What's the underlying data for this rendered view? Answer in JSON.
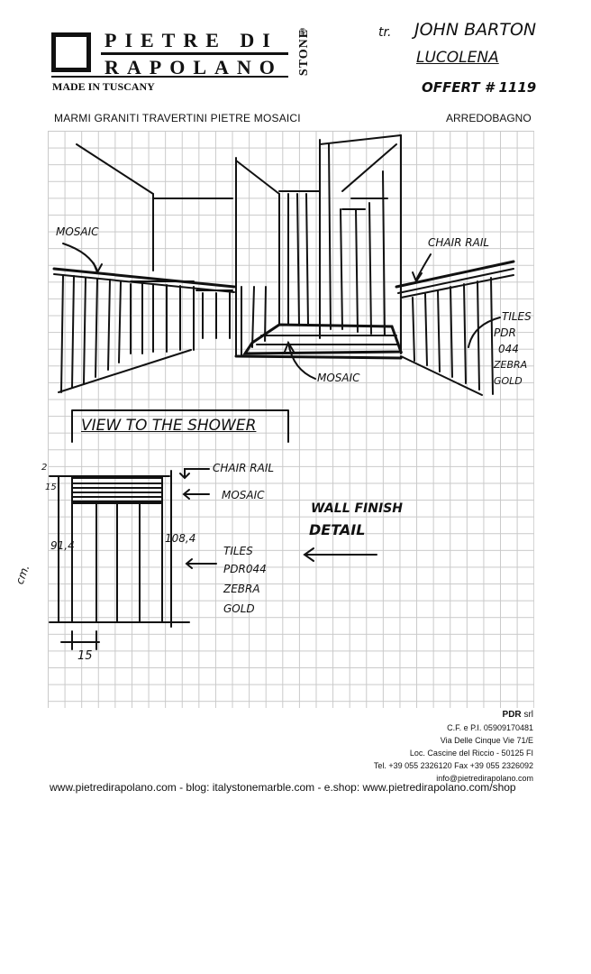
{
  "logo": {
    "line1": "PIETRE DI",
    "line2": "RAPOLANO",
    "stone": "STONE",
    "registered": "®",
    "made_in": "MADE IN TUSCANY"
  },
  "header_notes": {
    "recipient_prefix": "tr.",
    "recipient_name": "JOHN BARTON",
    "recipient_place": "LUCOLENA",
    "offer": "OFFERT # 1119"
  },
  "tagline": "MARMI GRANITI TRAVERTINI PIETRE MOSAICI",
  "tagline_right": "ARREDOBAGNO",
  "sketch_labels": {
    "mosaic_left": "MOSAIC",
    "chair_rail_top": "CHAIR RAIL",
    "tiles_lines": [
      "TILES",
      "PDR",
      "044",
      "ZEBRA",
      "GOLD"
    ],
    "mosaic_floor": "MOSAIC",
    "view_title": "VIEW TO THE SHOWER",
    "detail_chair_rail": "CHAIR RAIL",
    "detail_mosaic": "MOSAIC",
    "wall_finish_1": "WALL FINISH",
    "wall_finish_2": "DETAIL",
    "detail_tiles_lines": [
      "TILES",
      "PDR044",
      "ZEBRA",
      "GOLD"
    ],
    "dim_2": "2",
    "dim_15_top": "15",
    "dim_91": "91,4",
    "dim_108": "108,4",
    "dim_15_bottom": "15",
    "unit": "cm."
  },
  "company": {
    "name": "PDR",
    "suffix": "srl",
    "vat": "C.F. e P.I. 05909170481",
    "street": "Via Delle Cinque Vie 71/E",
    "locality": "Loc. Cascine del Riccio - 50125 FI",
    "phones": "Tel. +39 055 2326120  Fax +39 055 2326092",
    "email": "info@pietredirapolano.com"
  },
  "website_line": "www.pietredirapolano.com - blog: italystonemarble.com - e.shop: www.pietredirapolano.com/shop"
}
